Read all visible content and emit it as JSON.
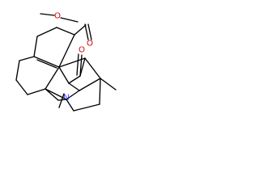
{
  "molecule": {
    "atoms": [
      {
        "symbol": "O",
        "color": "#d60000"
      },
      {
        "symbol": "O",
        "color": "#d60000"
      },
      {
        "symbol": "O",
        "color": "#d60000"
      },
      {
        "symbol": "N",
        "color": "#1f1fff"
      }
    ]
  }
}
